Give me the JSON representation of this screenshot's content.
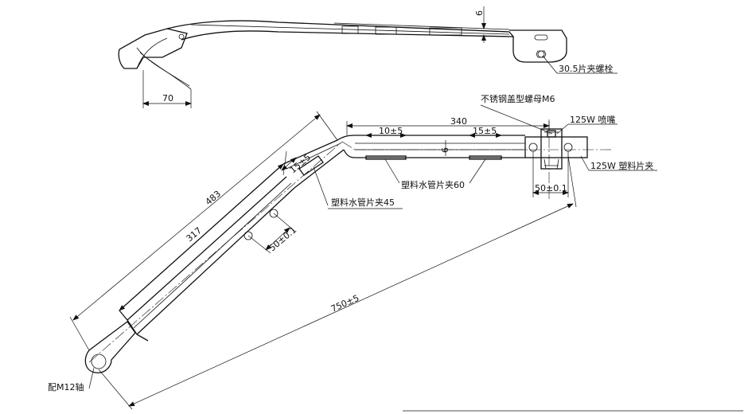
{
  "drawing": {
    "top_view": {
      "dim_width_70": "70",
      "dim_thickness_6": "6",
      "bolt_label": "30.5片夹螺栓"
    },
    "main_view": {
      "dim_total_arm_483": "483",
      "dim_inner_arm_317": "317",
      "dim_clip_offset_15": "15±5",
      "dim_hole_spacing_50_lower": "50±0.1",
      "dim_straight_340": "340",
      "dim_clip_offset_10": "10±5",
      "dim_clip_offset_15_right": "15±5",
      "dim_thickness_6": "6",
      "dim_hole_spacing_50_right": "50±0.1",
      "dim_overall_750": "750±5",
      "label_nut": "不锈钢盖型螺母M6",
      "label_nozzle": "125W 喷嘴",
      "label_plastic_clip": "125W 塑料片夹",
      "label_hose_clip_60": "塑料水管片夹60",
      "label_hose_clip_45": "塑料水管片夹45",
      "label_shaft": "配M12轴"
    }
  }
}
